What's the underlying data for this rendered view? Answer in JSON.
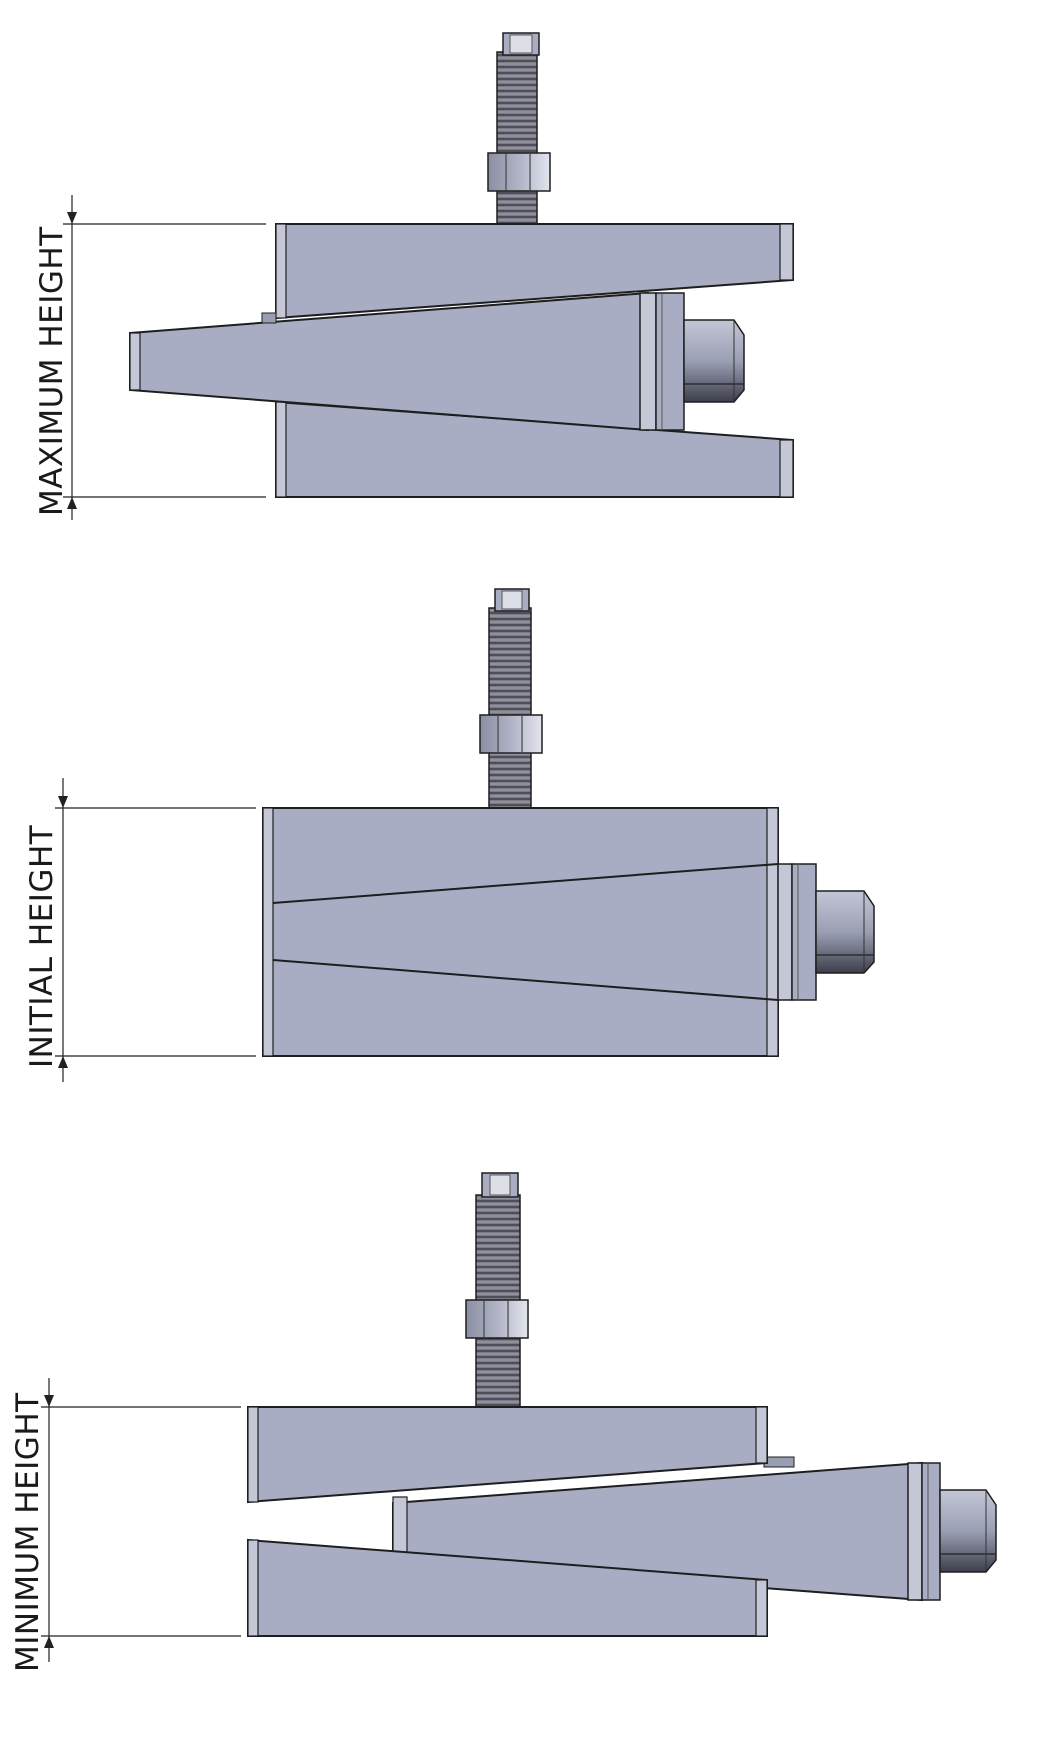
{
  "figures": [
    {
      "id": "max",
      "dimension_label": "MAXIMUM HEIGHT"
    },
    {
      "id": "initial",
      "dimension_label": "INITIAL HEIGHT"
    },
    {
      "id": "min",
      "dimension_label": "MINIMUM HEIGHT"
    }
  ],
  "colors": {
    "steel_face": "#a9adc3",
    "steel_edge": "#c4c7d6",
    "steel_dark": "#55596b",
    "thread": "#6e6f79",
    "nut": "#9fa3b6",
    "nut_light": "#d9dbe6",
    "outline": "#1e1e1e",
    "dim_line": "#222222"
  },
  "icons": [
    "hex-nut-icon",
    "threaded-rod-icon",
    "hex-head-bolt-icon"
  ]
}
